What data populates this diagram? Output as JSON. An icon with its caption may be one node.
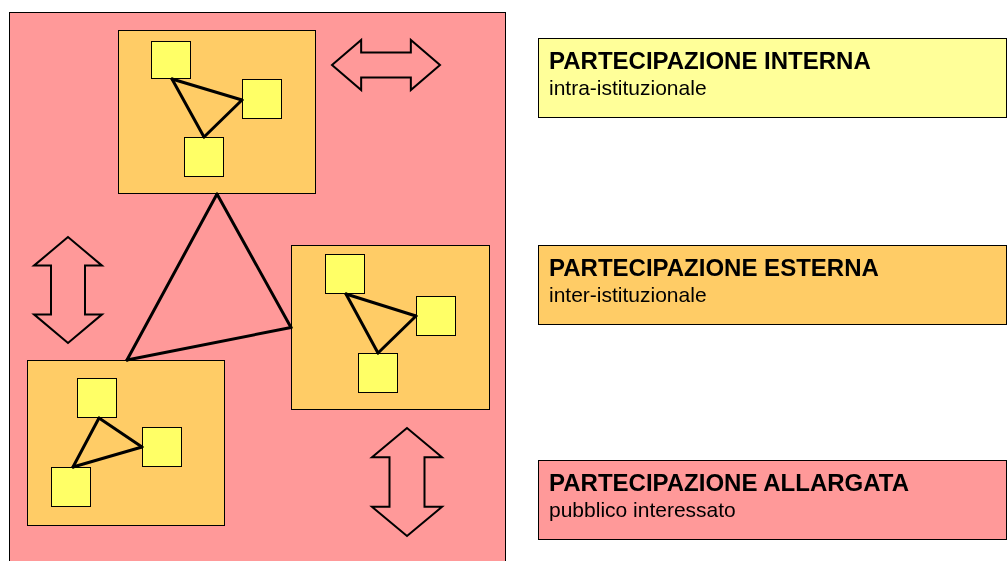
{
  "diagram": {
    "nodes": [
      {
        "text": [],
        "shape": "box"
      },
      {
        "text": [],
        "shape": "box",
        "in": 0
      },
      {
        "text": [],
        "shape": "box",
        "in": 1
      },
      {
        "text": [],
        "shape": "box",
        "in": 1
      },
      {
        "text": [],
        "shape": "box",
        "in": 1
      },
      {
        "text": [],
        "shape": "box",
        "in": 0
      },
      {
        "text": [],
        "shape": "box",
        "in": 5
      },
      {
        "text": [],
        "shape": "box",
        "in": 5
      },
      {
        "text": [],
        "shape": "box",
        "in": 5
      },
      {
        "text": [],
        "shape": "box",
        "in": 0
      },
      {
        "text": [],
        "shape": "box",
        "in": 9
      },
      {
        "text": [],
        "shape": "box",
        "in": 9
      },
      {
        "text": [],
        "shape": "box",
        "in": 9
      },
      {
        "text": [
          "PARTECIPAZIONE INTERNA",
          "intra-istituzionale"
        ]
      },
      {
        "text": [
          "PARTECIPAZIONE ESTERNA",
          "inter-istituzionale"
        ]
      },
      {
        "text": [
          "PARTECIPAZIONE ALLARGATA",
          "pubblico interessato"
        ]
      }
    ],
    "edges": [
      {
        "from": 2,
        "to": 3,
        "arrow": "none"
      },
      {
        "from": 3,
        "to": 4,
        "arrow": "none"
      },
      {
        "from": 4,
        "to": 2,
        "arrow": "none"
      },
      {
        "from": 6,
        "to": 7,
        "arrow": "none"
      },
      {
        "from": 7,
        "to": 8,
        "arrow": "none"
      },
      {
        "from": 8,
        "to": 6,
        "arrow": "none"
      },
      {
        "from": 10,
        "to": 11,
        "arrow": "none"
      },
      {
        "from": 11,
        "to": 12,
        "arrow": "none"
      },
      {
        "from": 12,
        "to": 10,
        "arrow": "none"
      },
      {
        "from": 1,
        "to": 5,
        "arrow": "none"
      },
      {
        "from": 5,
        "to": 9,
        "arrow": "none"
      },
      {
        "from": 9,
        "to": 1,
        "arrow": "none"
      }
    ]
  }
}
